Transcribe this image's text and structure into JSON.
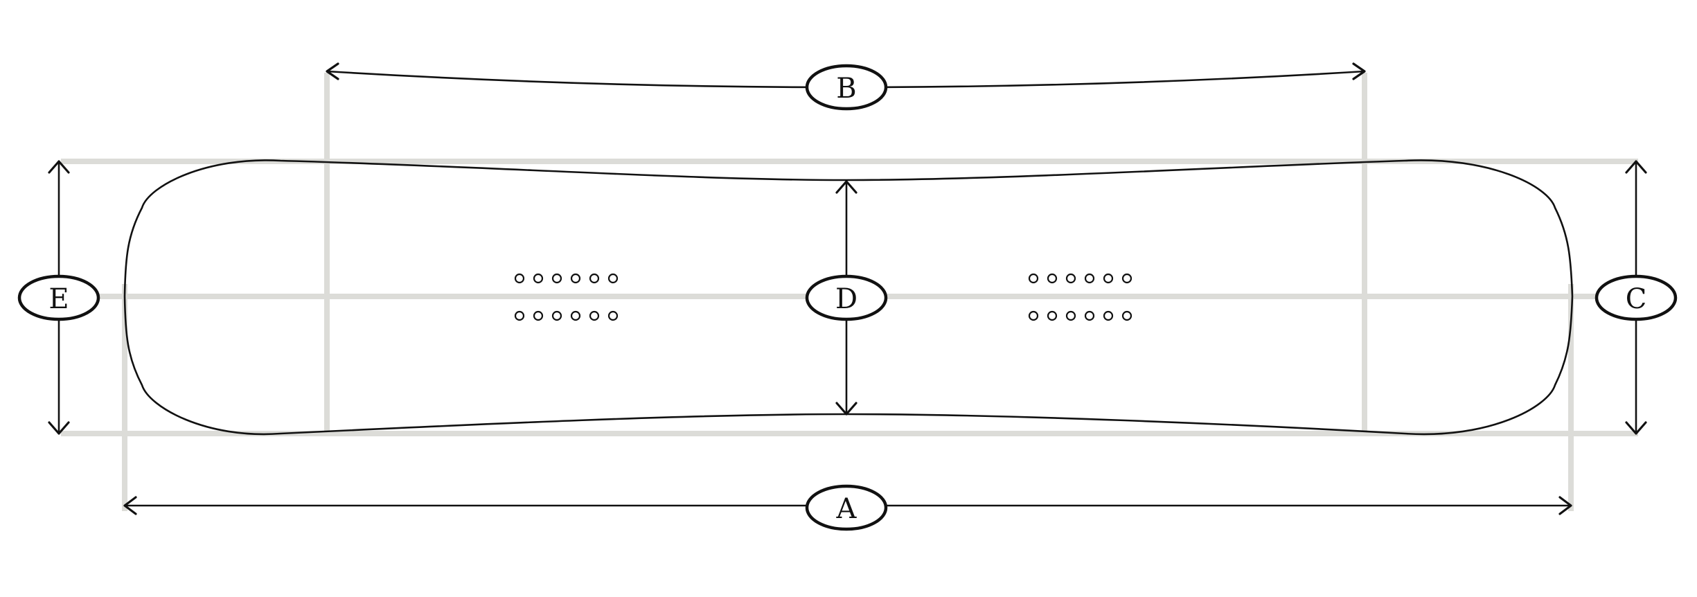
{
  "diagram": {
    "labels": {
      "a": "A",
      "b": "B",
      "c": "C",
      "d": "D",
      "e": "E"
    },
    "colors": {
      "outline": "#111111",
      "guide_lines": "#dcdcd8",
      "background": "#ffffff"
    },
    "binding_insert_pattern": {
      "rows_per_side": 2,
      "holes_per_row": 6
    }
  }
}
